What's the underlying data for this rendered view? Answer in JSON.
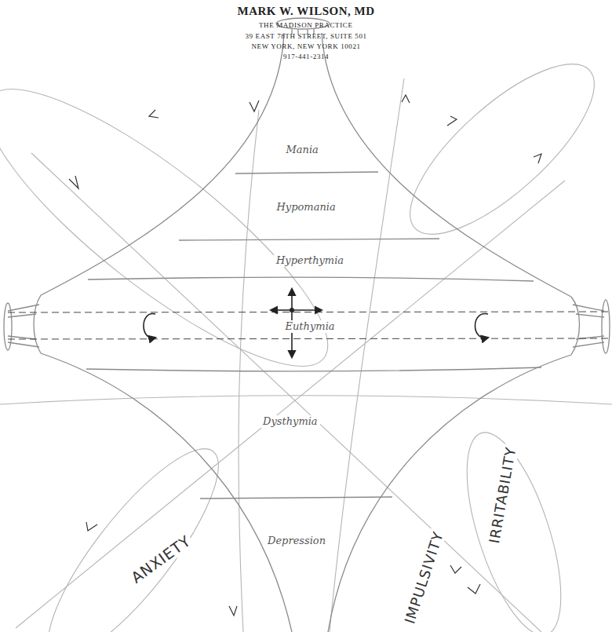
{
  "diagram": {
    "title": "MARK W. WILSON, MD",
    "nodes": [
      {
        "text": [
          "Mania"
        ]
      },
      {
        "text": [
          "Hypomania"
        ]
      },
      {
        "text": [
          "Hyperthymia"
        ]
      },
      {
        "text": [
          "Euthymia"
        ]
      },
      {
        "text": [
          "Dysthymia"
        ]
      },
      {
        "text": [
          "Depression"
        ]
      }
    ],
    "labels": [
      "THE MADISON PRACTICE",
      "39 EAST 78TH STREET, SUITE 501",
      "NEW YORK, NEW YORK 10021",
      "917-441-2314",
      "ANXIETY",
      "IMPULSIVITY",
      "IRRITABILITY"
    ]
  }
}
